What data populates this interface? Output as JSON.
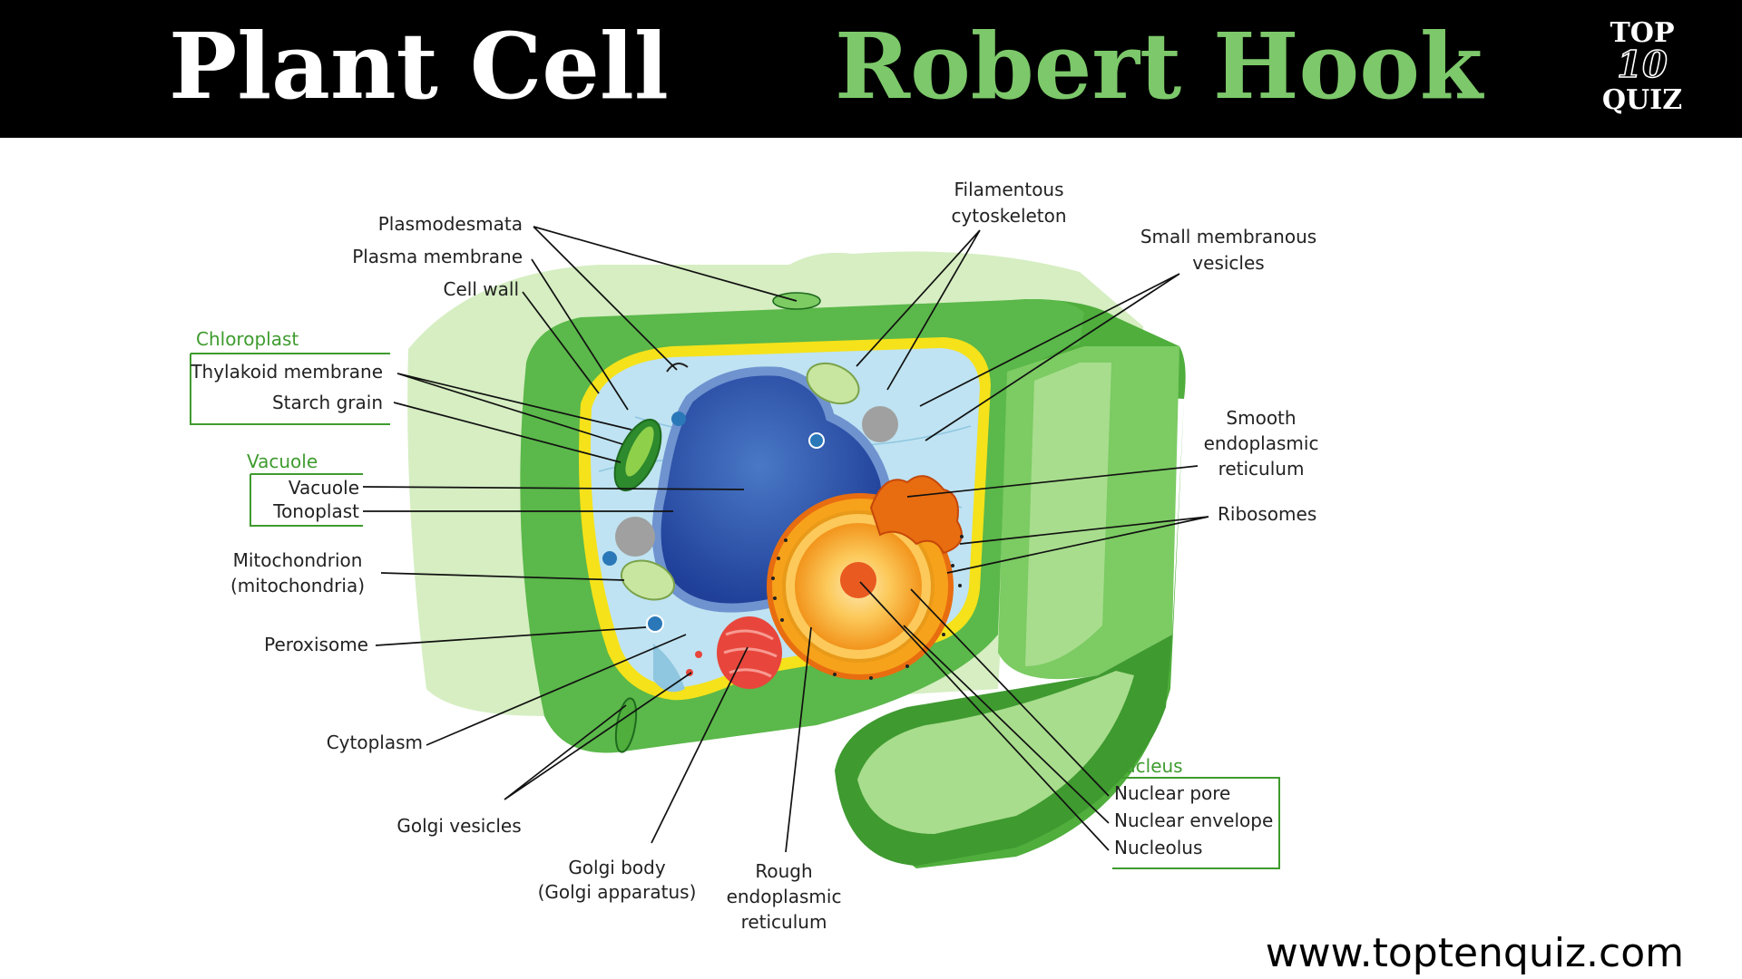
{
  "banner": {
    "title_left": "Plant Cell",
    "title_right": "Robert Hook",
    "logo": {
      "line1": "TOP",
      "line2": "10",
      "line3": "QUIZ"
    }
  },
  "groups": {
    "chloroplast": "Chloroplast",
    "vacuole": "Vacuole",
    "nucleus": "Nucleus"
  },
  "labels": {
    "plasmodesmata": "Plasmodesmata",
    "plasma_membrane": "Plasma membrane",
    "cell_wall": "Cell wall",
    "thylakoid_membrane": "Thylakoid membrane",
    "starch_grain": "Starch grain",
    "vacuole": "Vacuole",
    "tonoplast": "Tonoplast",
    "mitochondrion": [
      "Mitochondrion",
      "(mitochondria)"
    ],
    "peroxisome": "Peroxisome",
    "cytoplasm": "Cytoplasm",
    "golgi_vesicles": "Golgi vesicles",
    "golgi_body": [
      "Golgi body",
      "(Golgi apparatus)"
    ],
    "rough_er": [
      "Rough",
      "endoplasmic",
      "reticulum"
    ],
    "filamentous_cytoskeleton": [
      "Filamentous",
      "cytoskeleton"
    ],
    "small_membranous_vesicles": [
      "Small membranous",
      "vesicles"
    ],
    "smooth_er": [
      "Smooth",
      "endoplasmic",
      "reticulum"
    ],
    "ribosomes": "Ribosomes",
    "nuclear_pore": "Nuclear pore",
    "nuclear_envelope": "Nuclear envelope",
    "nucleolus": "Nucleolus"
  },
  "footer": {
    "url": "www.toptenquiz.com"
  },
  "colors": {
    "banner_bg": "#000000",
    "title_left": "#ffffff",
    "title_right": "#7cc86a",
    "cell_wall": "#5bb84a",
    "cytoplasm": "#bfe3f2",
    "vacuole": "#3a62b4",
    "nucleus": "#f7a21b",
    "group_label": "#3e9b2e"
  }
}
